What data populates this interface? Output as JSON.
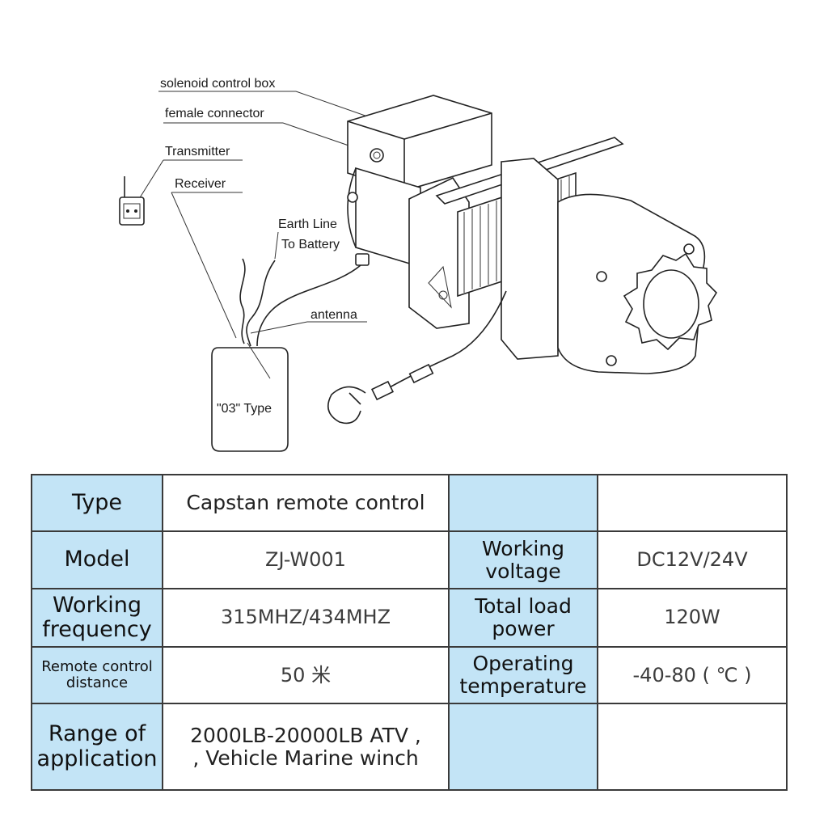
{
  "diagram": {
    "labels": {
      "solenoid": "solenoid control box",
      "female": "female connector",
      "transmitter": "Transmitter",
      "receiver": "Receiver",
      "earth1": "Earth Line",
      "earth2": "To Battery",
      "antenna": "antenna",
      "type03": "\"03\" Type"
    }
  },
  "specs": {
    "rows": [
      {
        "h1": "Type",
        "v1": "Capstan remote control",
        "h2": "",
        "v2": ""
      },
      {
        "h1": "Model",
        "v1": "ZJ-W001",
        "h2": "Working voltage",
        "v2": "DC12V/24V"
      },
      {
        "h1": "Working frequency",
        "v1": "315MHZ/434MHZ",
        "h2": "Total load power",
        "v2": "120W"
      },
      {
        "h1": "Remote control distance",
        "v1": "50 米",
        "h2": "Operating temperature",
        "v2": "-40-80 ( ℃ )"
      },
      {
        "h1": "Range of application",
        "v1": "2000LB-20000LB ATV ,\n, Vehicle Marine winch",
        "h2": "",
        "v2": ""
      }
    ]
  },
  "colors": {
    "header_bg": "#c3e4f6",
    "border": "#3a3a3a"
  }
}
